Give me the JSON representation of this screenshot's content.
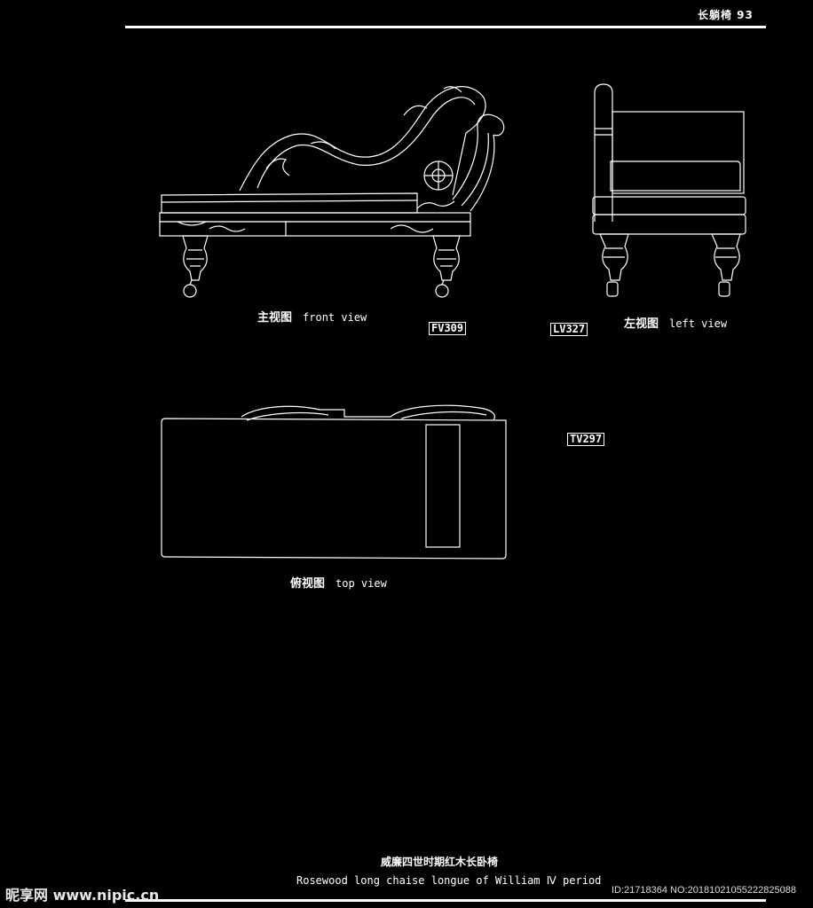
{
  "header": {
    "title": "长躺椅  93"
  },
  "captions": {
    "front_cn": "主视图",
    "front_en": "front view",
    "left_cn": "左视图",
    "left_en": "left view",
    "top_cn": "俯视图",
    "top_en": "top view"
  },
  "codes": {
    "fv": "FV309",
    "lv": "LV327",
    "tv": "TV297"
  },
  "footer": {
    "title_cn": "威廉四世时期红木长卧椅",
    "title_en": "Rosewood long chaise longue of William Ⅳ period"
  },
  "watermark": {
    "brand": "昵享网 www.nipic.cn",
    "id_text": "ID:21718364 NO:20181021055222825088"
  }
}
